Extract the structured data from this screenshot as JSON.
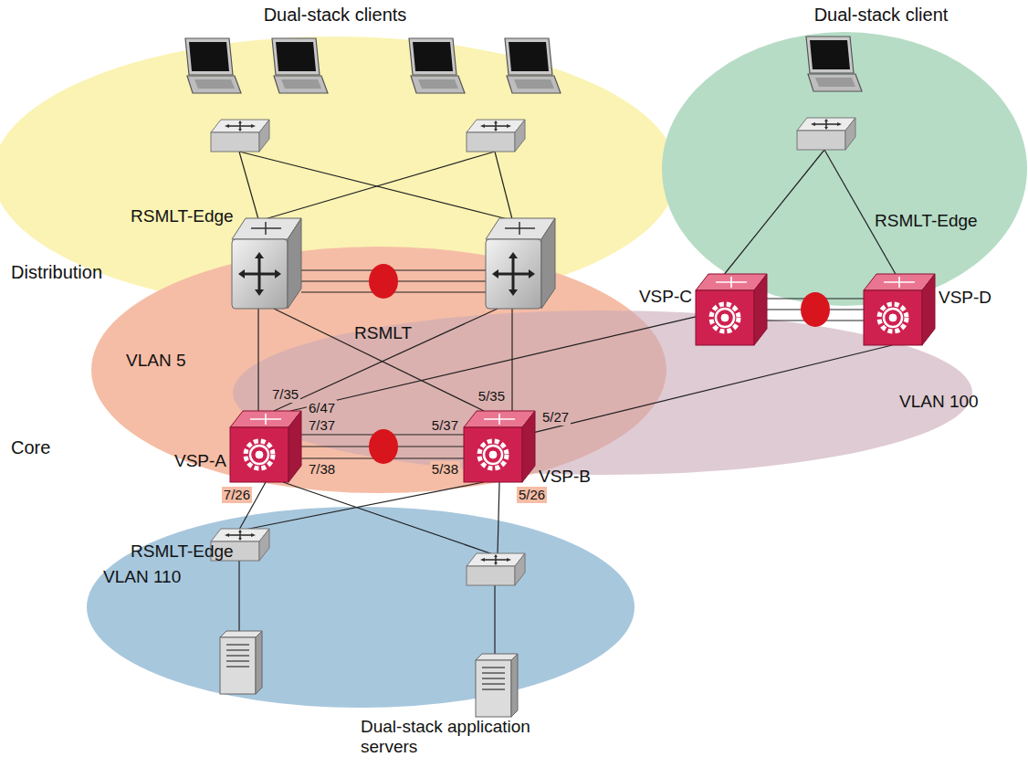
{
  "diagram": {
    "nodes": [
      {
        "text": [
          "VSP-C"
        ]
      },
      {
        "text": [
          "VSP-D"
        ]
      },
      {
        "text": [
          "VSP-A"
        ]
      },
      {
        "text": [
          "VSP-B"
        ]
      }
    ],
    "edges": [
      {
        "from": 2,
        "to": 3,
        "arrow": "none"
      },
      {
        "from": 2,
        "to": 0,
        "arrow": "none"
      },
      {
        "from": 3,
        "to": 1,
        "arrow": "none"
      },
      {
        "from": 0,
        "to": 1,
        "arrow": "none"
      }
    ],
    "labels": [
      "Dual-stack clients",
      "Dual-stack client",
      "RSMLT-Edge",
      "RSMLT-Edge",
      "Distribution",
      "RSMLT",
      "VLAN 5",
      "VLAN 100",
      "7/35",
      "6/47",
      "5/35",
      "Core",
      "7/37",
      "5/37",
      "5/27",
      "7/38",
      "5/38",
      "7/26",
      "5/26",
      "RSMLT-Edge",
      "VLAN 110",
      "Dual-stack application servers"
    ]
  }
}
